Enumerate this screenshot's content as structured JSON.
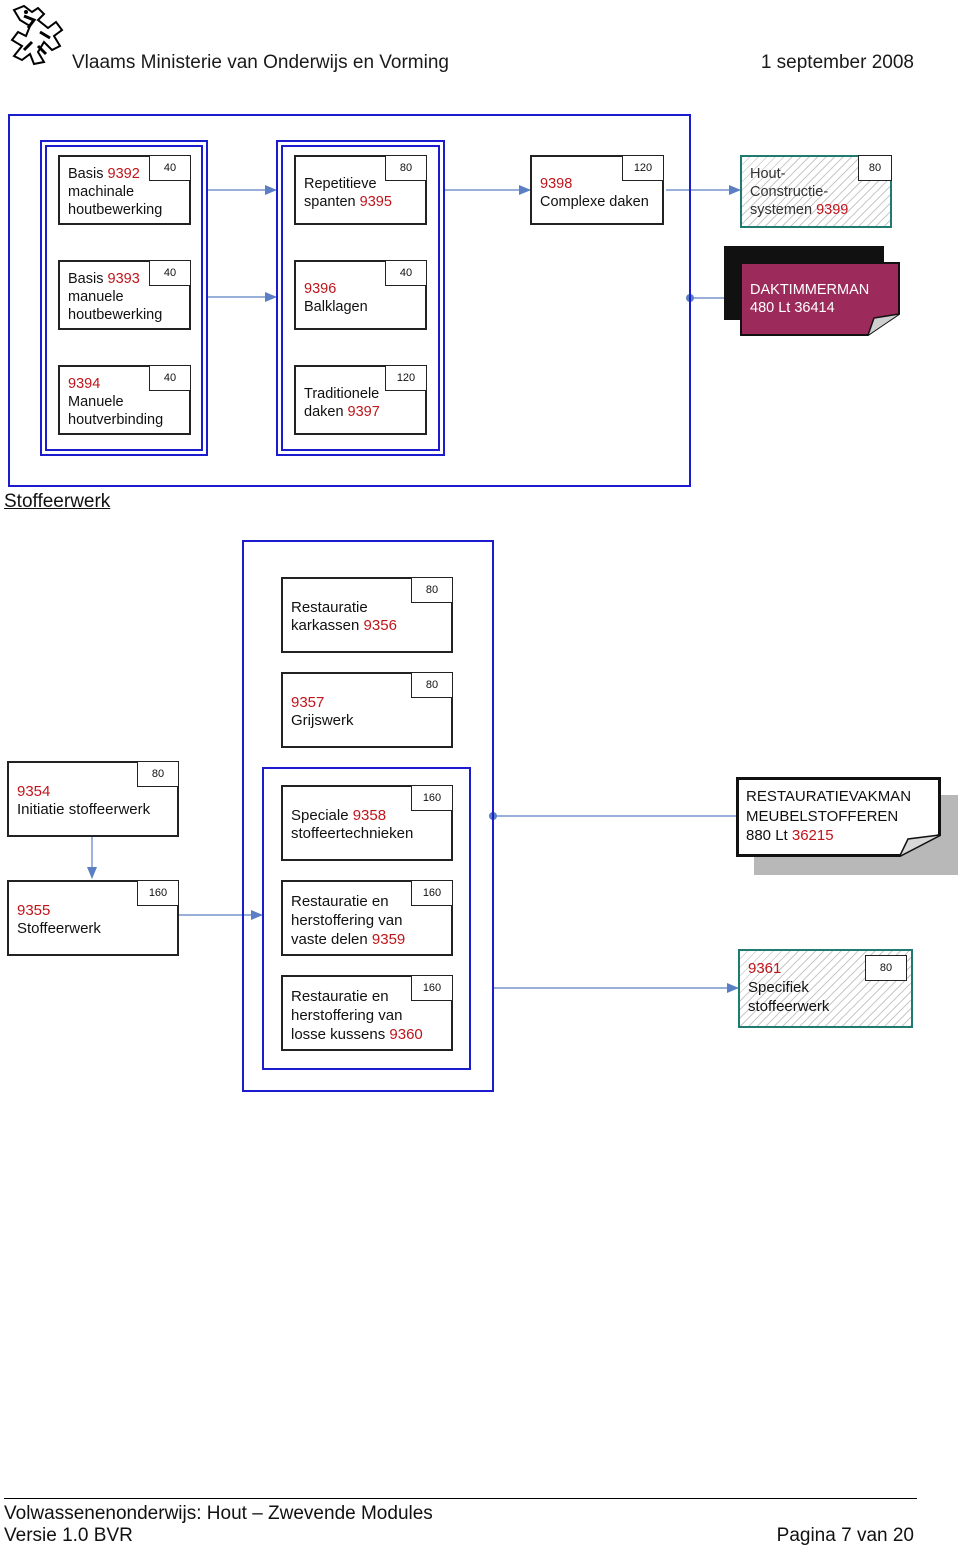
{
  "header": {
    "ministry": "Vlaams Ministerie van Onderwijs en Vorming",
    "date": "1 september 2008"
  },
  "colors": {
    "frame": "#1c1ccf",
    "code": "#c0141b",
    "diploma": "#9c2a5a",
    "teal": "#1f7b6f",
    "arrow": "#5b7fc4"
  },
  "hout": {
    "modules": [
      {
        "pre": "Basis ",
        "code": "9392",
        "post": "",
        "line2": "machinale",
        "line3": "houtbewerking",
        "hours": "40"
      },
      {
        "pre": "Basis ",
        "code": "9393",
        "post": "",
        "line2": "manuele",
        "line3": "houtbewerking",
        "hours": "40"
      },
      {
        "pre": "",
        "code": "9394",
        "post": "",
        "line2": "Manuele",
        "line3": "houtverbinding",
        "hours": "40"
      },
      {
        "line1": "Repetitieve",
        "pre": "spanten ",
        "code": "9395",
        "hours": "80"
      },
      {
        "code": "9396",
        "line2": "Balklagen",
        "hours": "40"
      },
      {
        "line1": "Traditionele",
        "pre": "daken ",
        "code": "9397",
        "hours": "120"
      },
      {
        "code": "9398",
        "line2": "Complexe daken",
        "hours": "120"
      },
      {
        "line1": "Hout-",
        "line2": "Constructie-",
        "pre": "systemen ",
        "code": "9399",
        "hours": "80"
      }
    ],
    "diploma": {
      "line1": "DAKTIMMERMAN",
      "line2": "480 Lt   36414"
    }
  },
  "stoffeer": {
    "title": "Stoffeerwerk",
    "modules": [
      {
        "line1": "Restauratie",
        "pre": "karkassen ",
        "code": "9356",
        "hours": "80"
      },
      {
        "code": "9357",
        "line2": "Grijswerk",
        "hours": "80"
      },
      {
        "code": "9354",
        "line2": "Initiatie stoffeerwerk",
        "hours": "80"
      },
      {
        "pre": "Speciale ",
        "code": "9358",
        "line2": "stoffeertechnieken",
        "hours": "160"
      },
      {
        "code": "9355",
        "line2": "Stoffeerwerk",
        "hours": "160"
      },
      {
        "line1": "Restauratie en",
        "line2": "herstoffering van",
        "pre": "vaste delen ",
        "code": "9359",
        "hours": "160"
      },
      {
        "line1": "Restauratie en",
        "line2": "herstoffering van",
        "pre": "losse kussens ",
        "code": "9360",
        "hours": "160"
      },
      {
        "code": "9361",
        "line2": "Specifiek",
        "line3": "stoffeerwerk",
        "hours": "80"
      }
    ],
    "diploma": {
      "line1": "RESTAURATIEVAKMAN",
      "line2": "MEUBELSTOFFEREN",
      "pre": "880 Lt  ",
      "code": "36215"
    }
  },
  "footer": {
    "title": "Volwassenenonderwijs: Hout – Zwevende Modules",
    "version": "Versie 1.0 BVR",
    "page": "Pagina 7 van 20"
  }
}
